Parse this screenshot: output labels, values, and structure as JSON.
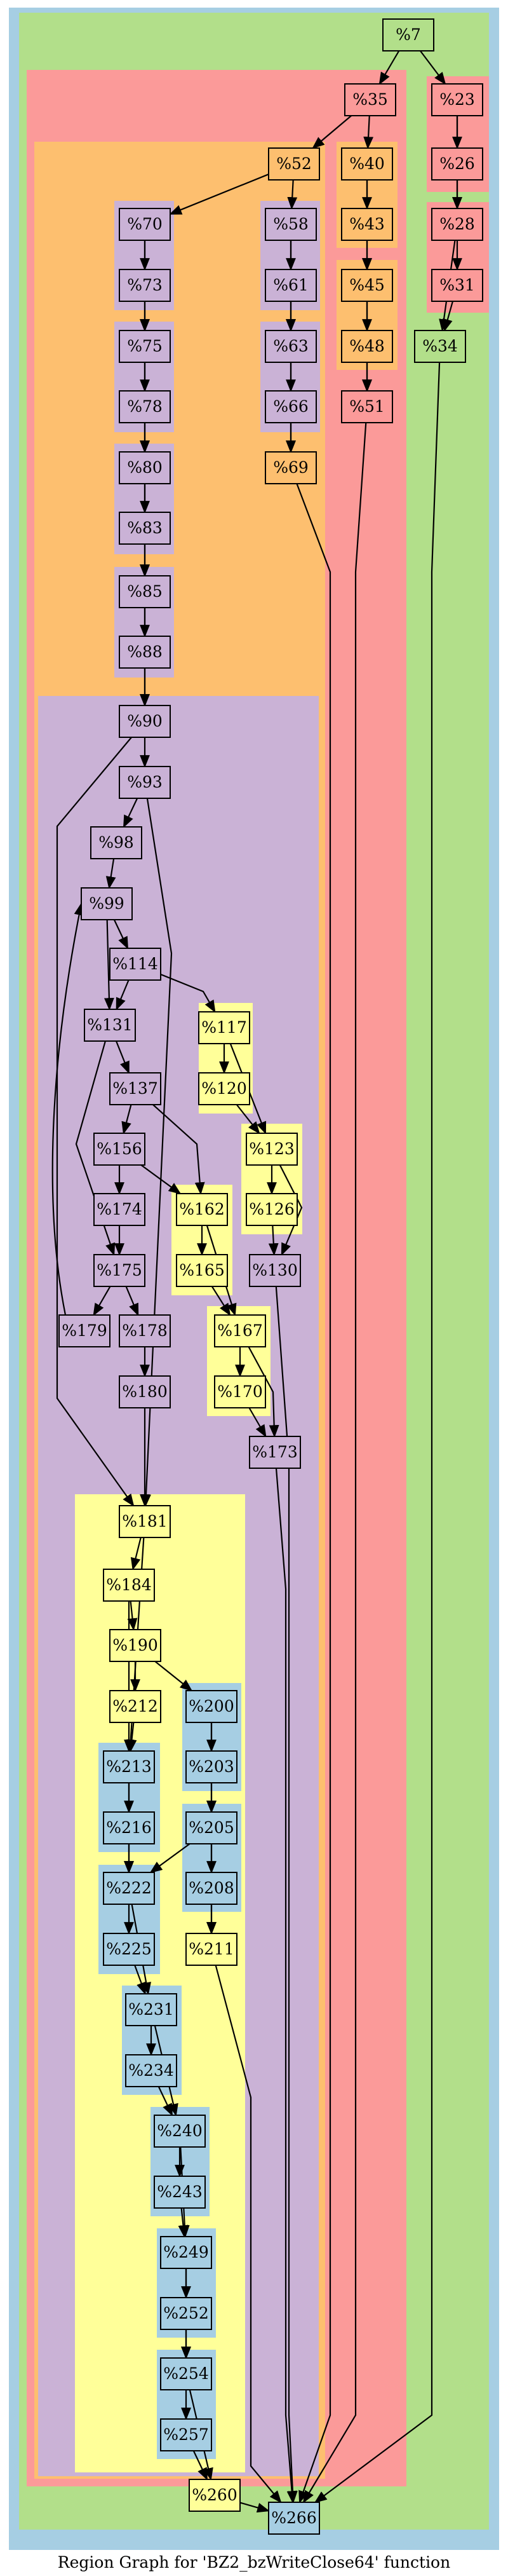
{
  "caption": "Region Graph for 'BZ2_bzWriteClose64' function",
  "palette": {
    "blue": "#a6cee3",
    "green": "#b2df8a",
    "red": "#fb9a99",
    "orange": "#fdbf6f",
    "purple": "#cab2d6",
    "yellow": "#ffff99"
  },
  "regions": [
    {
      "id": "outer",
      "color": "blue"
    },
    {
      "id": "main-green",
      "color": "green"
    },
    {
      "id": "red-35",
      "color": "red"
    },
    {
      "id": "orange-52",
      "color": "orange"
    },
    {
      "id": "orange-40",
      "color": "orange"
    },
    {
      "id": "orange-45",
      "color": "orange"
    },
    {
      "id": "red-23",
      "color": "red"
    },
    {
      "id": "red-28",
      "color": "red"
    },
    {
      "id": "purple-70",
      "color": "purple"
    },
    {
      "id": "purple-58",
      "color": "purple"
    },
    {
      "id": "purple-75",
      "color": "purple"
    },
    {
      "id": "purple-63",
      "color": "purple"
    },
    {
      "id": "purple-80",
      "color": "purple"
    },
    {
      "id": "purple-85",
      "color": "purple"
    },
    {
      "id": "purple-90",
      "color": "purple"
    },
    {
      "id": "yellow-117",
      "color": "yellow"
    },
    {
      "id": "yellow-123",
      "color": "yellow"
    },
    {
      "id": "yellow-162",
      "color": "yellow"
    },
    {
      "id": "yellow-167",
      "color": "yellow"
    },
    {
      "id": "yellow-181",
      "color": "yellow"
    },
    {
      "id": "blue-200",
      "color": "blue"
    },
    {
      "id": "blue-213",
      "color": "blue"
    },
    {
      "id": "blue-205",
      "color": "blue"
    },
    {
      "id": "blue-222",
      "color": "blue"
    },
    {
      "id": "blue-231",
      "color": "blue"
    },
    {
      "id": "blue-240",
      "color": "blue"
    },
    {
      "id": "blue-249",
      "color": "blue"
    },
    {
      "id": "blue-254",
      "color": "blue"
    }
  ],
  "nodes": [
    {
      "id": "7",
      "label": "%7",
      "color": "green"
    },
    {
      "id": "35",
      "label": "%35",
      "color": "red"
    },
    {
      "id": "23",
      "label": "%23",
      "color": "red"
    },
    {
      "id": "26",
      "label": "%26",
      "color": "red"
    },
    {
      "id": "28",
      "label": "%28",
      "color": "red"
    },
    {
      "id": "31",
      "label": "%31",
      "color": "red"
    },
    {
      "id": "34",
      "label": "%34",
      "color": "green"
    },
    {
      "id": "52",
      "label": "%52",
      "color": "orange"
    },
    {
      "id": "40",
      "label": "%40",
      "color": "orange"
    },
    {
      "id": "43",
      "label": "%43",
      "color": "orange"
    },
    {
      "id": "45",
      "label": "%45",
      "color": "orange"
    },
    {
      "id": "48",
      "label": "%48",
      "color": "orange"
    },
    {
      "id": "51",
      "label": "%51",
      "color": "red"
    },
    {
      "id": "70",
      "label": "%70",
      "color": "purple"
    },
    {
      "id": "73",
      "label": "%73",
      "color": "purple"
    },
    {
      "id": "58",
      "label": "%58",
      "color": "purple"
    },
    {
      "id": "61",
      "label": "%61",
      "color": "purple"
    },
    {
      "id": "75",
      "label": "%75",
      "color": "purple"
    },
    {
      "id": "78",
      "label": "%78",
      "color": "purple"
    },
    {
      "id": "63",
      "label": "%63",
      "color": "purple"
    },
    {
      "id": "66",
      "label": "%66",
      "color": "purple"
    },
    {
      "id": "69",
      "label": "%69",
      "color": "orange"
    },
    {
      "id": "80",
      "label": "%80",
      "color": "purple"
    },
    {
      "id": "83",
      "label": "%83",
      "color": "purple"
    },
    {
      "id": "85",
      "label": "%85",
      "color": "purple"
    },
    {
      "id": "88",
      "label": "%88",
      "color": "purple"
    },
    {
      "id": "90",
      "label": "%90",
      "color": "purple"
    },
    {
      "id": "93",
      "label": "%93",
      "color": "purple"
    },
    {
      "id": "98",
      "label": "%98",
      "color": "purple"
    },
    {
      "id": "99",
      "label": "%99",
      "color": "purple"
    },
    {
      "id": "114",
      "label": "%114",
      "color": "purple"
    },
    {
      "id": "131",
      "label": "%131",
      "color": "purple"
    },
    {
      "id": "117",
      "label": "%117",
      "color": "yellow"
    },
    {
      "id": "120",
      "label": "%120",
      "color": "yellow"
    },
    {
      "id": "137",
      "label": "%137",
      "color": "purple"
    },
    {
      "id": "123",
      "label": "%123",
      "color": "yellow"
    },
    {
      "id": "126",
      "label": "%126",
      "color": "yellow"
    },
    {
      "id": "156",
      "label": "%156",
      "color": "purple"
    },
    {
      "id": "162",
      "label": "%162",
      "color": "yellow"
    },
    {
      "id": "174",
      "label": "%174",
      "color": "purple"
    },
    {
      "id": "130",
      "label": "%130",
      "color": "purple"
    },
    {
      "id": "165",
      "label": "%165",
      "color": "yellow"
    },
    {
      "id": "175",
      "label": "%175",
      "color": "purple"
    },
    {
      "id": "167",
      "label": "%167",
      "color": "yellow"
    },
    {
      "id": "179",
      "label": "%179",
      "color": "purple"
    },
    {
      "id": "178",
      "label": "%178",
      "color": "purple"
    },
    {
      "id": "170",
      "label": "%170",
      "color": "yellow"
    },
    {
      "id": "180",
      "label": "%180",
      "color": "purple"
    },
    {
      "id": "173",
      "label": "%173",
      "color": "purple"
    },
    {
      "id": "181",
      "label": "%181",
      "color": "yellow"
    },
    {
      "id": "184",
      "label": "%184",
      "color": "yellow"
    },
    {
      "id": "190",
      "label": "%190",
      "color": "yellow"
    },
    {
      "id": "212",
      "label": "%212",
      "color": "yellow"
    },
    {
      "id": "200",
      "label": "%200",
      "color": "blue"
    },
    {
      "id": "203",
      "label": "%203",
      "color": "blue"
    },
    {
      "id": "213",
      "label": "%213",
      "color": "blue"
    },
    {
      "id": "216",
      "label": "%216",
      "color": "blue"
    },
    {
      "id": "205",
      "label": "%205",
      "color": "blue"
    },
    {
      "id": "208",
      "label": "%208",
      "color": "blue"
    },
    {
      "id": "222",
      "label": "%222",
      "color": "blue"
    },
    {
      "id": "225",
      "label": "%225",
      "color": "blue"
    },
    {
      "id": "211",
      "label": "%211",
      "color": "yellow"
    },
    {
      "id": "231",
      "label": "%231",
      "color": "blue"
    },
    {
      "id": "234",
      "label": "%234",
      "color": "blue"
    },
    {
      "id": "240",
      "label": "%240",
      "color": "blue"
    },
    {
      "id": "243",
      "label": "%243",
      "color": "blue"
    },
    {
      "id": "249",
      "label": "%249",
      "color": "blue"
    },
    {
      "id": "252",
      "label": "%252",
      "color": "blue"
    },
    {
      "id": "254",
      "label": "%254",
      "color": "blue"
    },
    {
      "id": "257",
      "label": "%257",
      "color": "blue"
    },
    {
      "id": "260",
      "label": "%260",
      "color": "yellow"
    },
    {
      "id": "266",
      "label": "%266",
      "color": "blue"
    }
  ],
  "edges": [
    [
      "7",
      "35"
    ],
    [
      "7",
      "23"
    ],
    [
      "23",
      "26"
    ],
    [
      "23",
      "28"
    ],
    [
      "26",
      "28"
    ],
    [
      "28",
      "31"
    ],
    [
      "28",
      "34"
    ],
    [
      "31",
      "34"
    ],
    [
      "34",
      "266"
    ],
    [
      "35",
      "52"
    ],
    [
      "35",
      "40"
    ],
    [
      "40",
      "43"
    ],
    [
      "40",
      "45"
    ],
    [
      "43",
      "45"
    ],
    [
      "45",
      "48"
    ],
    [
      "45",
      "51"
    ],
    [
      "48",
      "51"
    ],
    [
      "51",
      "266"
    ],
    [
      "52",
      "70"
    ],
    [
      "52",
      "58"
    ],
    [
      "70",
      "73"
    ],
    [
      "70",
      "75"
    ],
    [
      "73",
      "75"
    ],
    [
      "58",
      "61"
    ],
    [
      "58",
      "63"
    ],
    [
      "61",
      "63"
    ],
    [
      "75",
      "78"
    ],
    [
      "75",
      "80"
    ],
    [
      "78",
      "80"
    ],
    [
      "63",
      "66"
    ],
    [
      "63",
      "69"
    ],
    [
      "66",
      "69"
    ],
    [
      "69",
      "266"
    ],
    [
      "80",
      "83"
    ],
    [
      "80",
      "85"
    ],
    [
      "83",
      "85"
    ],
    [
      "85",
      "88"
    ],
    [
      "85",
      "90"
    ],
    [
      "88",
      "90"
    ],
    [
      "90",
      "93"
    ],
    [
      "90",
      "181"
    ],
    [
      "93",
      "98"
    ],
    [
      "93",
      "181"
    ],
    [
      "98",
      "99"
    ],
    [
      "99",
      "114"
    ],
    [
      "99",
      "131"
    ],
    [
      "114",
      "131"
    ],
    [
      "114",
      "117"
    ],
    [
      "117",
      "120"
    ],
    [
      "117",
      "123"
    ],
    [
      "120",
      "123"
    ],
    [
      "131",
      "137"
    ],
    [
      "131",
      "175"
    ],
    [
      "137",
      "156"
    ],
    [
      "137",
      "162"
    ],
    [
      "123",
      "126"
    ],
    [
      "123",
      "130"
    ],
    [
      "126",
      "130"
    ],
    [
      "130",
      "266"
    ],
    [
      "156",
      "174"
    ],
    [
      "156",
      "162"
    ],
    [
      "162",
      "165"
    ],
    [
      "162",
      "167"
    ],
    [
      "165",
      "167"
    ],
    [
      "174",
      "175"
    ],
    [
      "175",
      "179"
    ],
    [
      "175",
      "178"
    ],
    [
      "179",
      "99"
    ],
    [
      "167",
      "170"
    ],
    [
      "167",
      "173"
    ],
    [
      "170",
      "173"
    ],
    [
      "173",
      "266"
    ],
    [
      "178",
      "180"
    ],
    [
      "180",
      "181"
    ],
    [
      "181",
      "184"
    ],
    [
      "181",
      "213"
    ],
    [
      "184",
      "190"
    ],
    [
      "184",
      "213"
    ],
    [
      "190",
      "212"
    ],
    [
      "190",
      "200"
    ],
    [
      "212",
      "213"
    ],
    [
      "200",
      "203"
    ],
    [
      "200",
      "205"
    ],
    [
      "203",
      "205"
    ],
    [
      "213",
      "216"
    ],
    [
      "213",
      "222"
    ],
    [
      "216",
      "222"
    ],
    [
      "205",
      "208"
    ],
    [
      "205",
      "211"
    ],
    [
      "208",
      "211"
    ],
    [
      "205",
      "222"
    ],
    [
      "222",
      "225"
    ],
    [
      "222",
      "231"
    ],
    [
      "225",
      "231"
    ],
    [
      "211",
      "266"
    ],
    [
      "231",
      "234"
    ],
    [
      "231",
      "240"
    ],
    [
      "234",
      "240"
    ],
    [
      "240",
      "243"
    ],
    [
      "240",
      "249"
    ],
    [
      "243",
      "249"
    ],
    [
      "249",
      "252"
    ],
    [
      "249",
      "254"
    ],
    [
      "252",
      "254"
    ],
    [
      "254",
      "257"
    ],
    [
      "254",
      "260"
    ],
    [
      "257",
      "260"
    ],
    [
      "260",
      "266"
    ]
  ]
}
